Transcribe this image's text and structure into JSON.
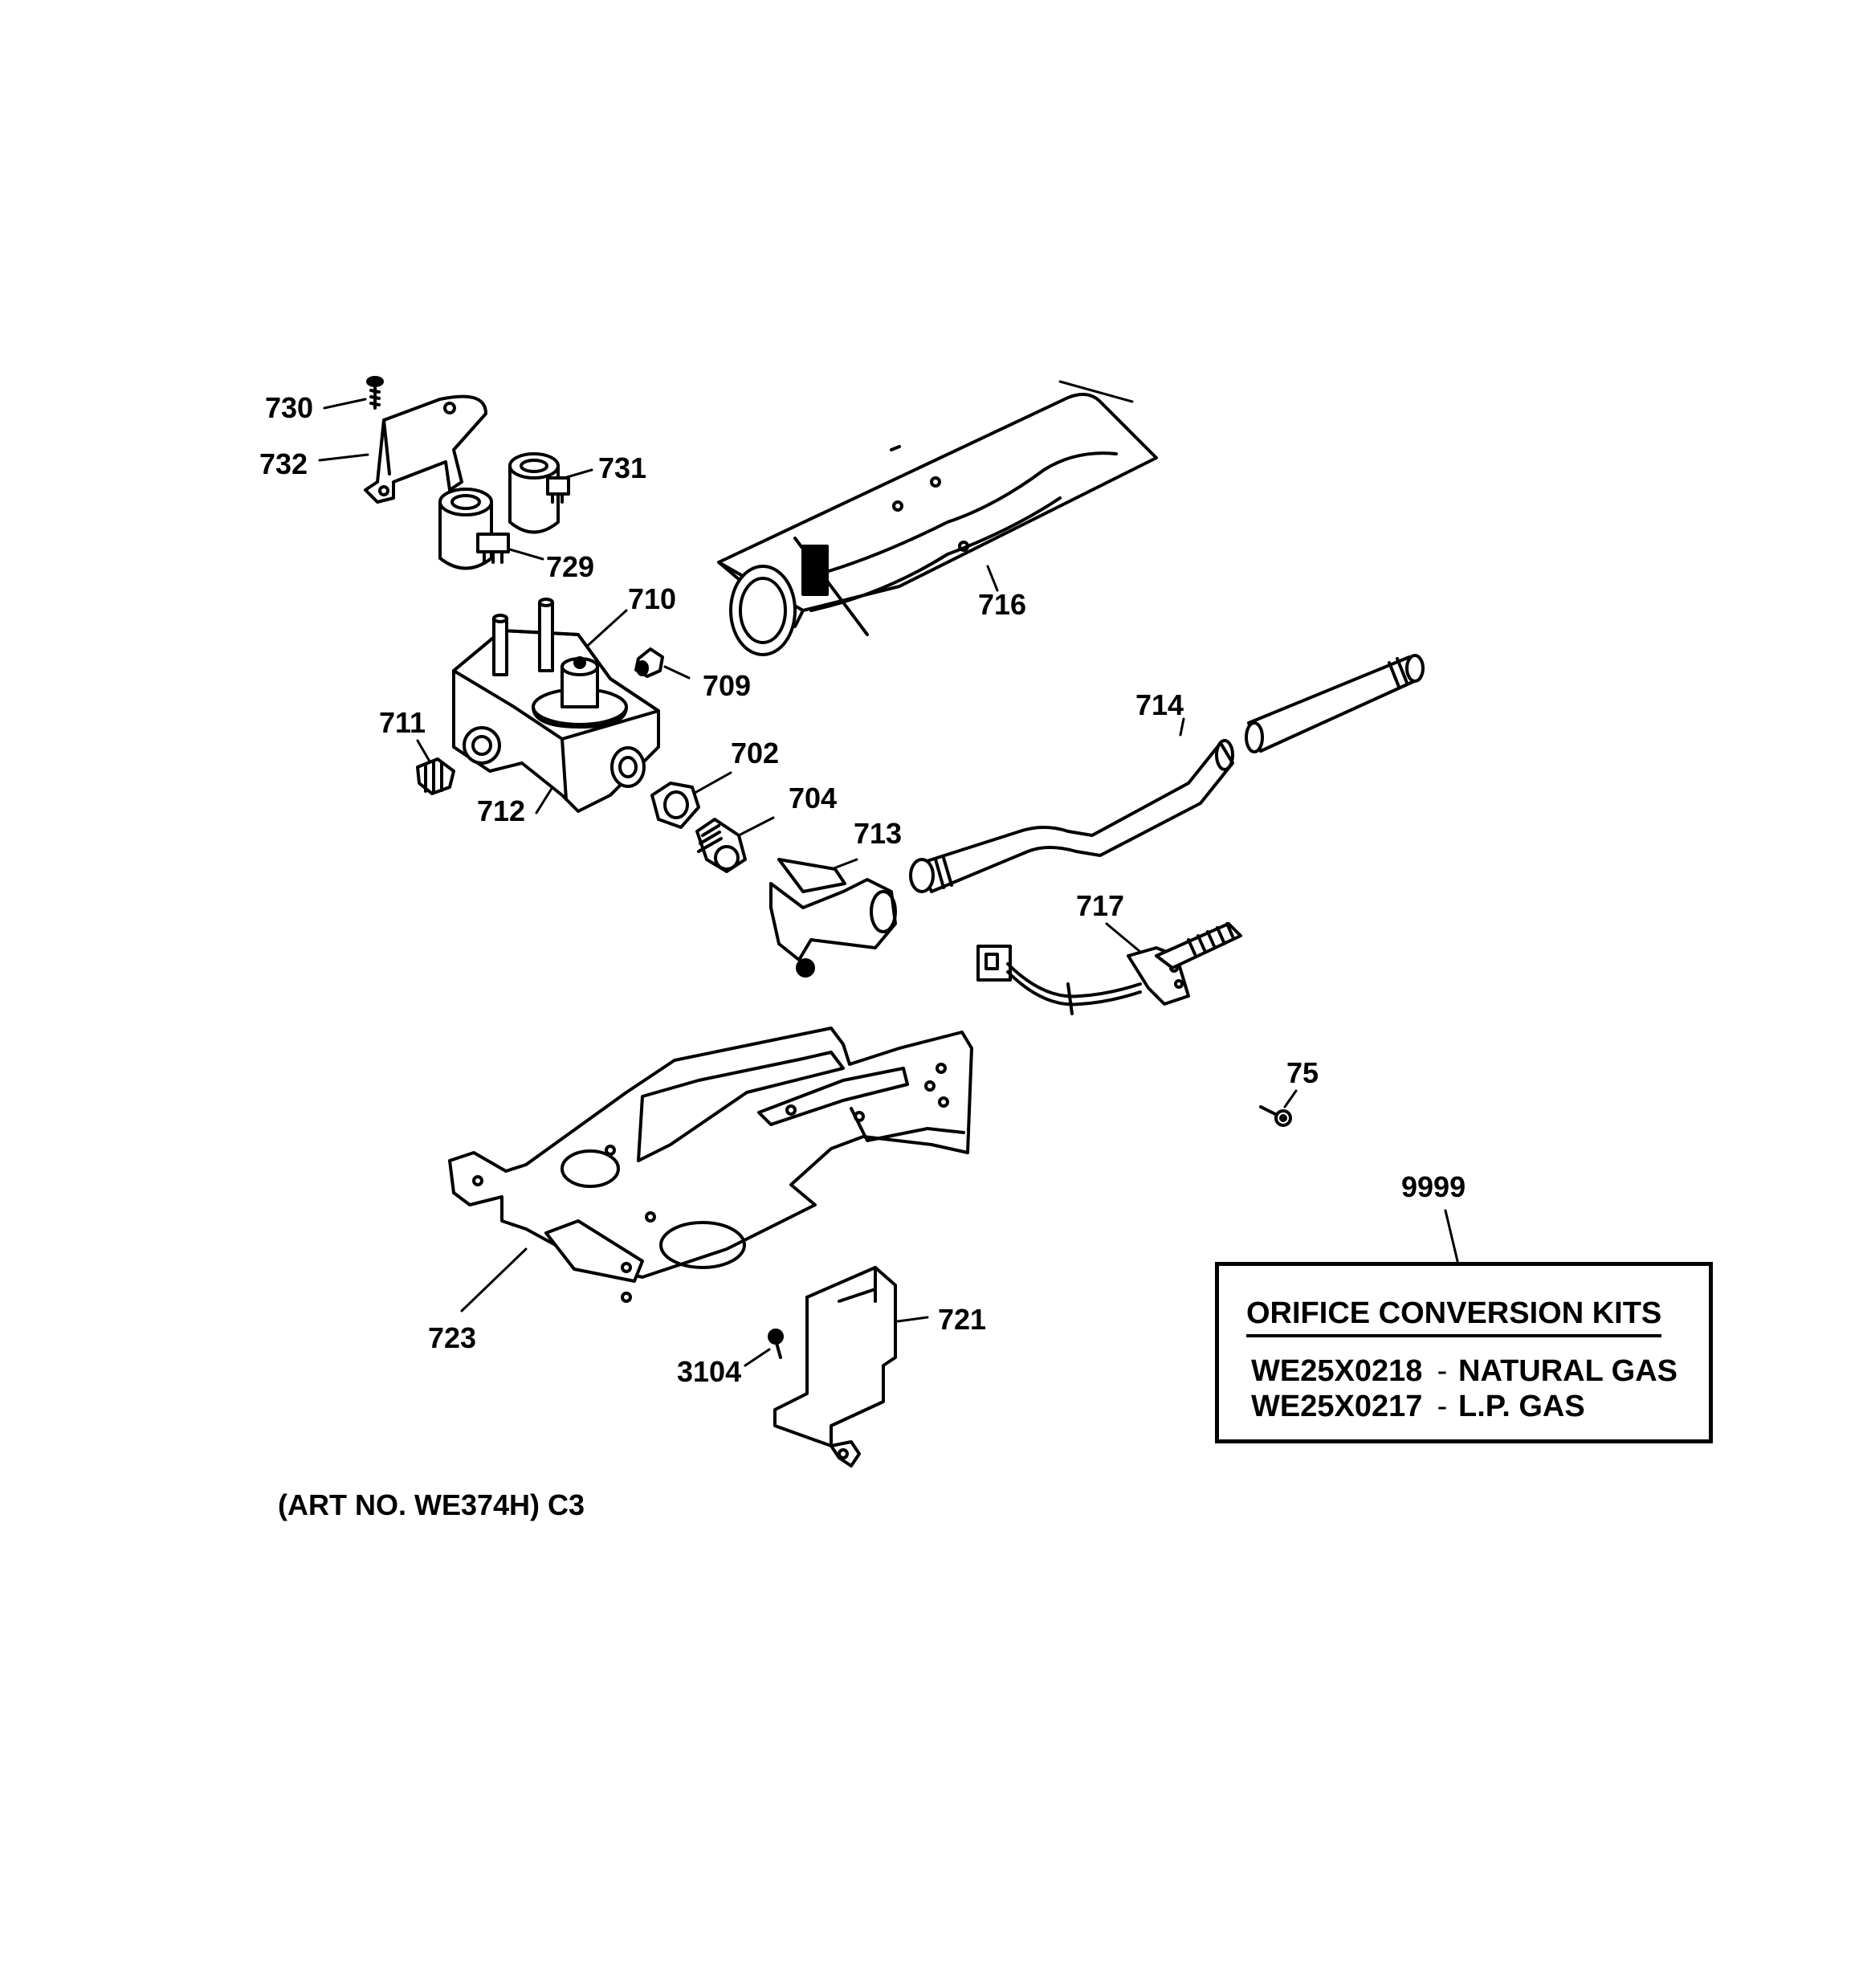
{
  "callouts": {
    "c730": "730",
    "c732": "732",
    "c731": "731",
    "c729": "729",
    "c710": "710",
    "c709": "709",
    "c716": "716",
    "c711": "711",
    "c712": "712",
    "c702": "702",
    "c704": "704",
    "c713": "713",
    "c714": "714",
    "c717": "717",
    "c75": "75",
    "c9999": "9999",
    "c723": "723",
    "c721": "721",
    "c3104": "3104"
  },
  "kit_box": {
    "title": "ORIFICE CONVERSION KITS",
    "rows": [
      {
        "part": "WE25X0218",
        "sep": "-",
        "desc": "NATURAL GAS"
      },
      {
        "part": "WE25X0217",
        "sep": "-",
        "desc": "L.P. GAS"
      }
    ]
  },
  "art_number": "(ART NO. WE374H) C3"
}
